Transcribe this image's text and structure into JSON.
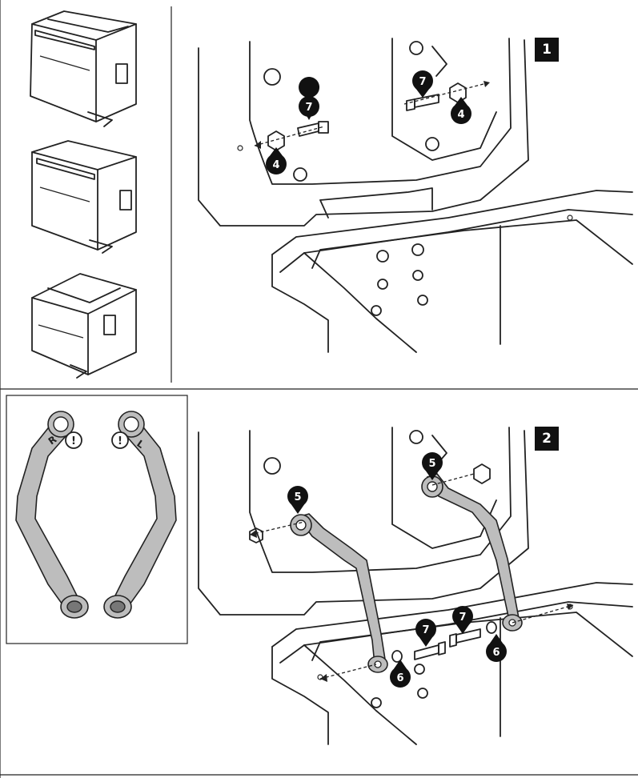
{
  "steps": [
    {
      "number": "1"
    },
    {
      "number": "2"
    }
  ],
  "callouts": {
    "nut": "4",
    "bracket": "5",
    "washer": "6",
    "bolt": "7"
  },
  "bracket_side_labels": {
    "right": "R",
    "left": "L",
    "warning": "!"
  }
}
